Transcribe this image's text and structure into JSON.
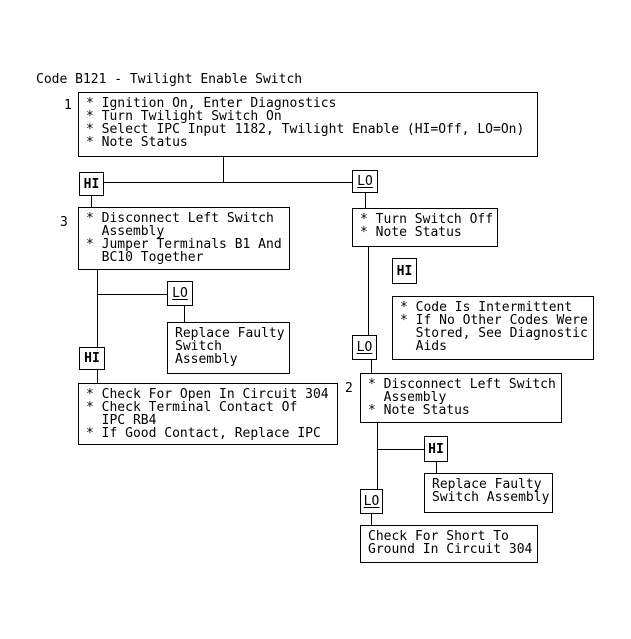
{
  "title": "Code B121 - Twilight Enable Switch",
  "branch_labels": {
    "hi": "HI",
    "lo": "LO"
  },
  "colors": {
    "ink": "#000000",
    "background": "#ffffff"
  },
  "steps": {
    "step1": {
      "number": "1",
      "lines": [
        "* Ignition On, Enter Diagnostics",
        "* Turn Twilight Switch On",
        "* Select IPC Input 1182, Twilight Enable (HI=Off, LO=On)",
        "* Note Status"
      ]
    },
    "step3": {
      "number": "3",
      "lines": [
        "* Disconnect Left Switch",
        "  Assembly",
        "* Jumper Terminals B1 And",
        "  BC10 Together"
      ]
    },
    "turn_off": {
      "lines": [
        "* Turn Switch Off",
        "* Note Status"
      ]
    },
    "intermittent": {
      "lines": [
        "* Code Is Intermittent",
        "* If No Other Codes Were",
        "  Stored, See Diagnostic",
        "  Aids"
      ]
    },
    "step2": {
      "number": "2",
      "lines": [
        "* Disconnect Left Switch",
        "  Assembly",
        "* Note Status"
      ]
    },
    "replace_left": {
      "lines": [
        "Replace Faulty",
        "Switch",
        "Assembly"
      ]
    },
    "check_open": {
      "lines": [
        "* Check For Open In Circuit 304",
        "* Check Terminal Contact Of",
        "  IPC RB4",
        "* If Good Contact, Replace IPC"
      ]
    },
    "replace_right": {
      "lines": [
        "Replace Faulty",
        "Switch Assembly"
      ]
    },
    "check_short": {
      "lines": [
        "Check For Short To",
        "Ground In Circuit 304"
      ]
    }
  }
}
